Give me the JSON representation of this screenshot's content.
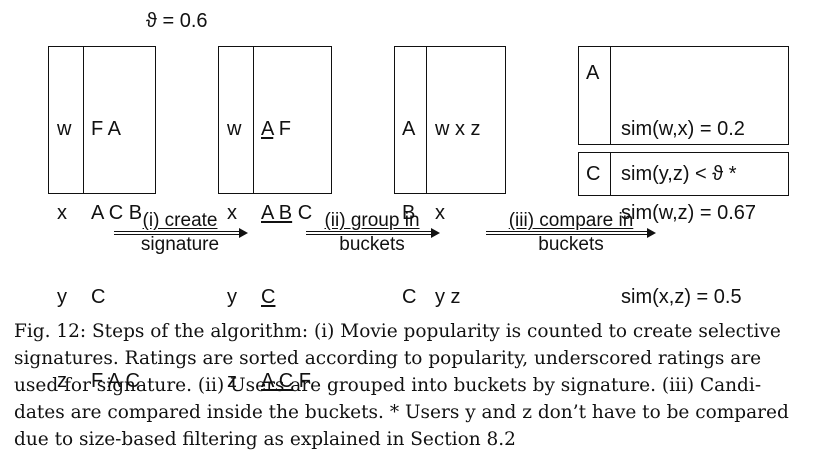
{
  "threshold_label": "ϑ = 0.6",
  "box1": {
    "rows": [
      {
        "user": "w",
        "items": "F A"
      },
      {
        "user": "x",
        "items": "A C B"
      },
      {
        "user": "y",
        "items": "C"
      },
      {
        "user": "z",
        "items": "F A C"
      }
    ]
  },
  "box2": {
    "rows": [
      {
        "user": "w",
        "sig": "A",
        "rest": " F"
      },
      {
        "user": "x",
        "sig": "A B",
        "rest": " C"
      },
      {
        "user": "y",
        "sig": "C",
        "rest": ""
      },
      {
        "user": "z",
        "sig": "A C",
        "rest": " F"
      }
    ]
  },
  "box3": {
    "rows": [
      {
        "bucket": "A",
        "users": "w x z"
      },
      {
        "bucket": "B",
        "users": "x"
      },
      {
        "bucket": "C",
        "users": "y z"
      }
    ]
  },
  "box4a": {
    "bucket": "A",
    "lines": [
      "sim(w,x) = 0.2",
      "sim(w,z) = 0.67",
      "sim(x,z) = 0.5"
    ]
  },
  "box4b": {
    "bucket": "C",
    "line": "sim(y,z) < ϑ *"
  },
  "steps": [
    {
      "line1": "(i) create",
      "line2": "signature"
    },
    {
      "line1": "(ii) group in",
      "line2": "buckets"
    },
    {
      "line1": "(iii) compare in",
      "line2": "buckets"
    }
  ],
  "caption": {
    "lines": [
      "Fig. 12: Steps of the algorithm: (i) Movie popularity is counted to create selective",
      "signatures. Ratings are sorted according to popularity, underscored ratings are",
      "used for signature. (ii) Users are grouped into buckets by signature. (iii) Candi-",
      "dates are compared inside the buckets. * Users y and z don’t have to be compared",
      "due to size-based filtering as explained in Section 8.2"
    ]
  }
}
